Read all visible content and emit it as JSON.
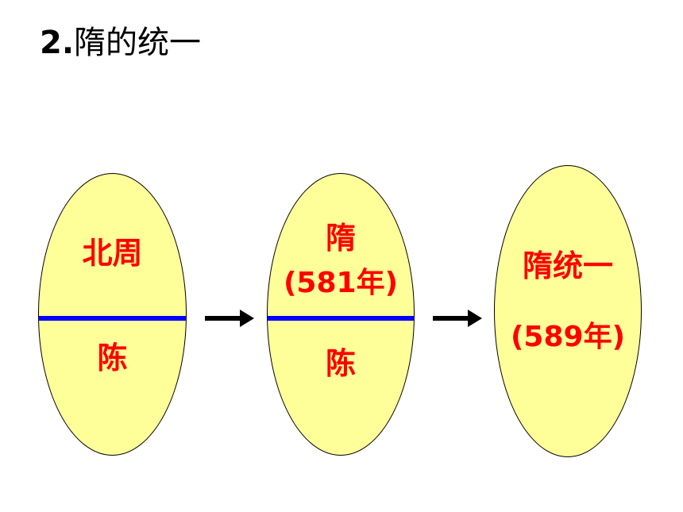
{
  "title": {
    "number": "2.",
    "text": "隋的统一"
  },
  "stages": [
    {
      "top_label": "北周",
      "bottom_label": "陈"
    },
    {
      "top_label": "隋",
      "year_label": "(581年)",
      "bottom_label": "陈"
    },
    {
      "top_label": "隋统一",
      "year_label": "(589年)"
    }
  ],
  "colors": {
    "oval_fill": "#ffff99",
    "label_text": "#ff0000",
    "divider": "#0000ff",
    "arrow": "#000000"
  }
}
